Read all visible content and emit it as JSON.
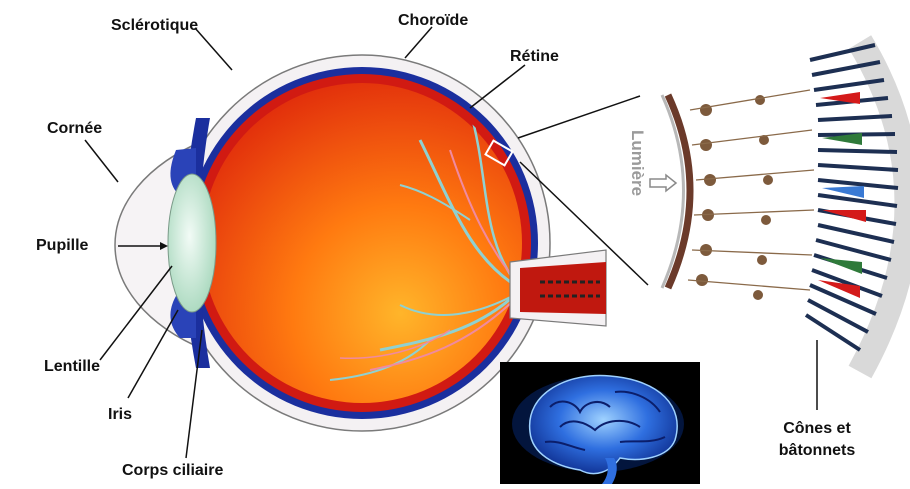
{
  "labels": {
    "sclerotique": "Sclérotique",
    "choroide": "Choroïde",
    "retine": "Rétine",
    "cornee": "Cornée",
    "pupille": "Pupille",
    "lentille": "Lentille",
    "iris": "Iris",
    "corps_ciliaire": "Corps ciliaire",
    "lumiere": "Lumière",
    "cones_line1": "Cônes et",
    "cones_line2": "bâtonnets"
  },
  "colors": {
    "sclera_fill": "#f4f1f3",
    "choroid_blue": "#1b2f9e",
    "retina_red": "#d11a12",
    "vitreous_orange": "#ff7a10",
    "lens_green": "#d8efe2",
    "optic_nerve": "#c0180f",
    "brain_glow": "#2f8cff"
  }
}
